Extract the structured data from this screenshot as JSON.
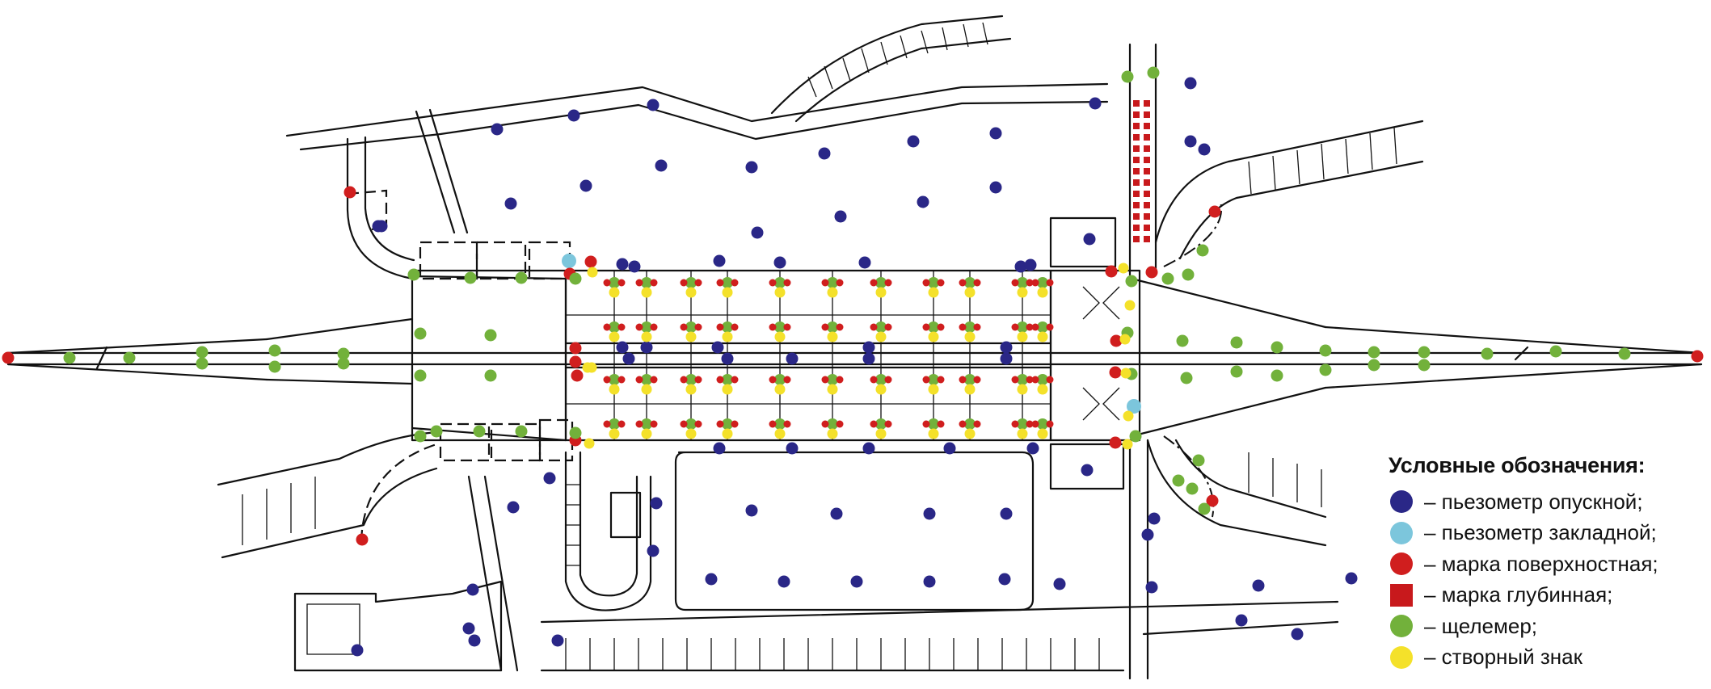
{
  "legend": {
    "title": "Условные обозначения:",
    "items": [
      {
        "key": "piezo_drop",
        "label": "– пьезометр опускной;",
        "color": "#2a2787",
        "shape": "circle"
      },
      {
        "key": "piezo_embed",
        "label": "– пьезометр закладной;",
        "color": "#7cc6dc",
        "shape": "circle"
      },
      {
        "key": "mark_surface",
        "label": "– марка поверхностная;",
        "color": "#d01e1e",
        "shape": "circle"
      },
      {
        "key": "mark_deep",
        "label": "– марка глубинная;",
        "color": "#c8191c",
        "shape": "square"
      },
      {
        "key": "crack_gauge",
        "label": "– щелемер;",
        "color": "#72b13b",
        "shape": "circle"
      },
      {
        "key": "alignment_sign",
        "label": "– створный знак",
        "color": "#f4e12a",
        "shape": "circle"
      }
    ]
  }
}
